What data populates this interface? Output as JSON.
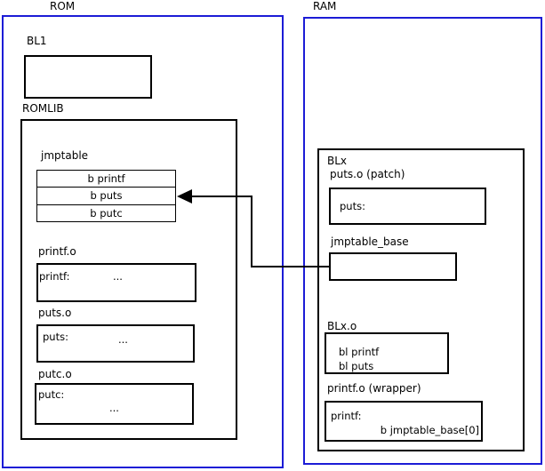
{
  "colors": {
    "frame_blue": "#1c1cd6",
    "box_black": "#000000",
    "background": "#ffffff"
  },
  "rom": {
    "title": "ROM",
    "bl1_label": "BL1",
    "romlib_label": "ROMLIB",
    "jmptable": {
      "label": "jmptable",
      "rows": [
        "b printf",
        "b puts",
        "b putc"
      ]
    },
    "printf_o": {
      "label": "printf.o",
      "symbol": "printf:",
      "ellipsis": "..."
    },
    "puts_o": {
      "label": "puts.o",
      "symbol": "puts:",
      "ellipsis": "..."
    },
    "putc_o": {
      "label": "putc.o",
      "symbol": "putc:",
      "ellipsis": "..."
    }
  },
  "ram": {
    "title": "RAM",
    "blx_label": "BLx",
    "puts_patch": {
      "label": "puts.o (patch)",
      "symbol": "puts:"
    },
    "jmptable_base": {
      "label": "jmptable_base"
    },
    "blx_o": {
      "label": "BLx.o",
      "lines": [
        "bl printf",
        "bl puts"
      ]
    },
    "printf_wrapper": {
      "label": "printf.o (wrapper)",
      "symbol": "printf:",
      "instruction": "b jmptable_base[0]"
    }
  }
}
